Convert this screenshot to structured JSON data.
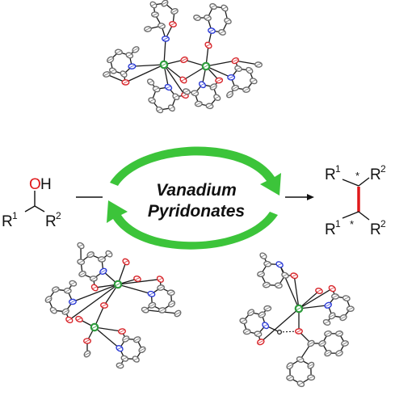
{
  "catalyst": {
    "line1": "Vanadium",
    "line2": "Pyridonates"
  },
  "reactant": {
    "oh_o": "O",
    "oh_h": "H",
    "r1": "R",
    "r1_sup": "1",
    "r2": "R",
    "r2_sup": "2"
  },
  "product": {
    "top_r1": "R",
    "top_r1_sup": "1",
    "top_r2": "R",
    "top_r2_sup": "2",
    "bottom_r1": "R",
    "bottom_r1_sup": "1",
    "bottom_r2": "R",
    "bottom_r2_sup": "2",
    "stereo_top": "*",
    "stereo_bottom": "*"
  },
  "colors": {
    "cycle_arrow": "#3cc43a",
    "highlight_bond": "#e0191b",
    "hydroxyl": "#e0191b",
    "vanadium_atom": "#2e9b3c",
    "oxygen_atom": "#d8272c",
    "nitrogen_atom": "#2b3bd6",
    "carbon_atom": "#6e6e6e"
  }
}
